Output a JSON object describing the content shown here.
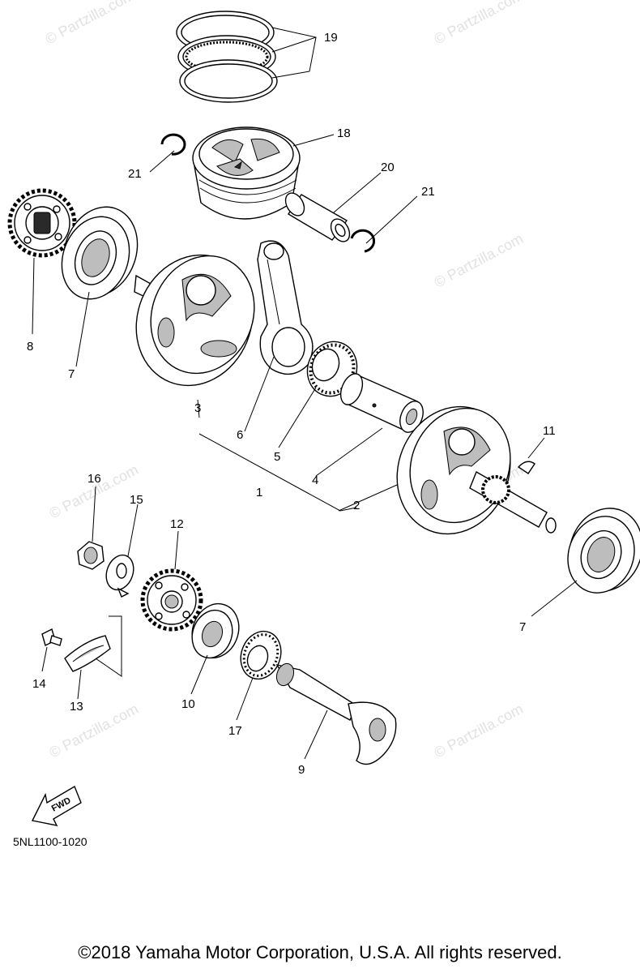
{
  "diagram": {
    "callouts": {
      "c1": "1",
      "c2": "2",
      "c3": "3",
      "c4": "4",
      "c5": "5",
      "c6": "6",
      "c7a": "7",
      "c7b": "7",
      "c8": "8",
      "c9": "9",
      "c10": "10",
      "c11": "11",
      "c12": "12",
      "c13": "13",
      "c14": "14",
      "c15": "15",
      "c16": "16",
      "c17": "17",
      "c18": "18",
      "c19": "19",
      "c20": "20",
      "c21a": "21",
      "c21b": "21"
    },
    "fwd_label": "FWD",
    "diagram_code": "5NL1100-1020",
    "watermark": "© Partzilla.com"
  },
  "footer": {
    "copyright": "©2018  Yamaha Motor Corporation, U.S.A. All rights reserved."
  }
}
